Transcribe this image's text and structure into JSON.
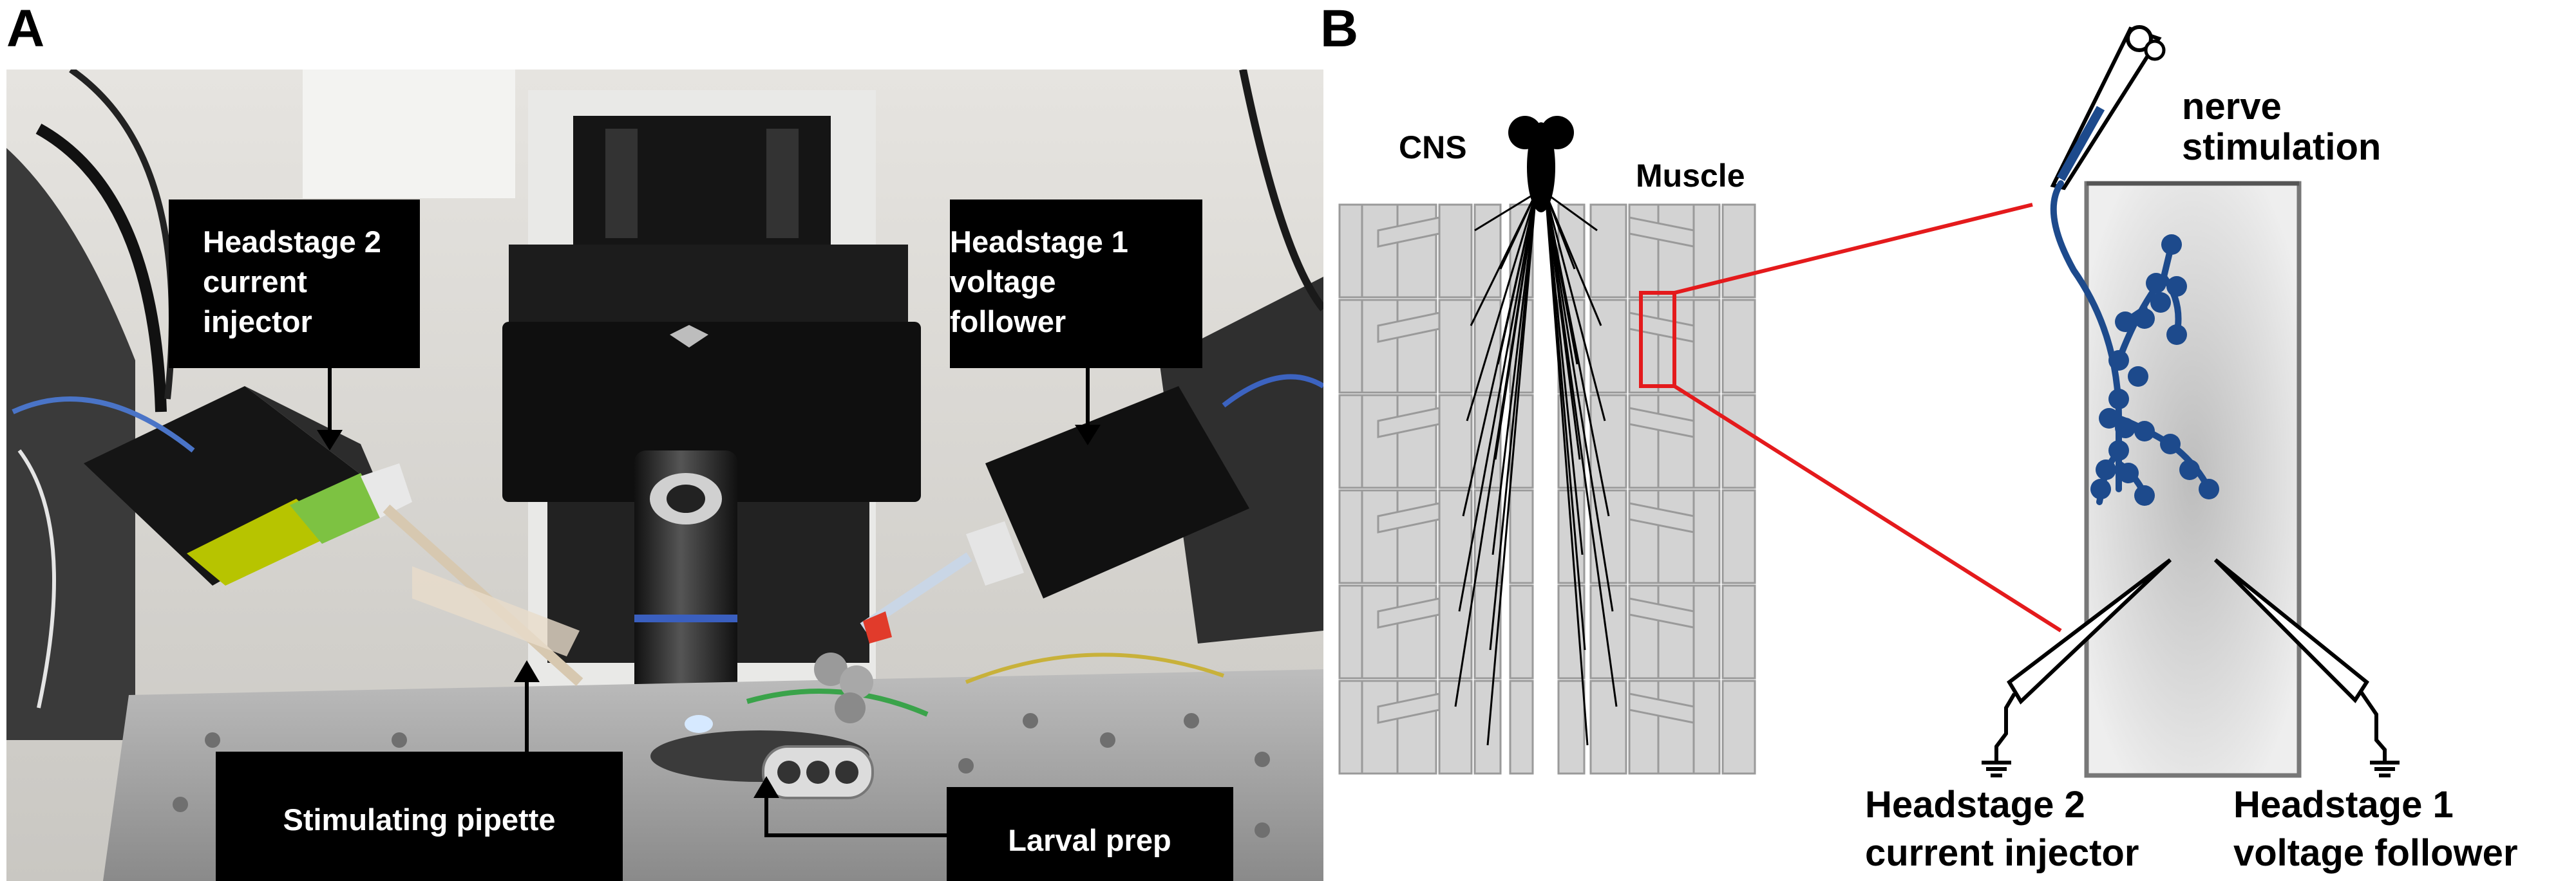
{
  "panel_a": {
    "letter": "A",
    "labels": {
      "headstage2_line1": "Headstage 2",
      "headstage2_line2": "current",
      "headstage2_line3": "injector",
      "headstage1_line1": "Headstage 1",
      "headstage1_line2": "voltage",
      "headstage1_line3": "follower",
      "stim_pipette": "Stimulating pipette",
      "larval_prep": "Larval prep"
    }
  },
  "panel_b": {
    "letter": "B",
    "labels": {
      "cns": "CNS",
      "muscle": "Muscle",
      "nerve_line1": "nerve",
      "nerve_line2": "stimulation",
      "hs2_line1": "Headstage 2",
      "hs2_line2": "current injector",
      "hs1_line1": "Headstage 1",
      "hs1_line2": "voltage follower"
    }
  },
  "colors": {
    "label_box": "#000000",
    "label_text": "#ffffff",
    "muscle_fill": "#d3d3d3",
    "muscle_stroke": "#9a9a9a",
    "zoom_lines": "#e41a1c",
    "neuron": "#1d4a8c"
  }
}
